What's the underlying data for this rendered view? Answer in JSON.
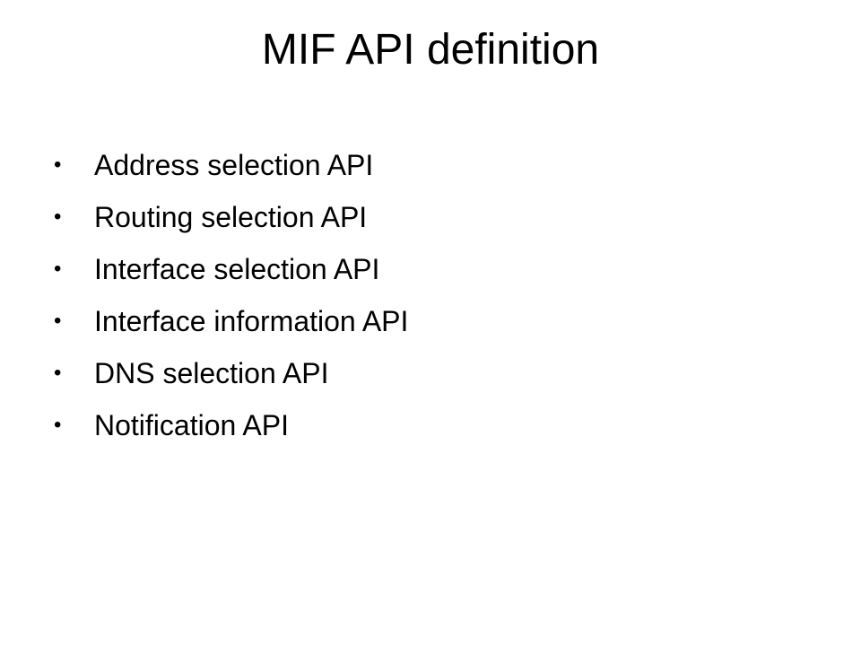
{
  "slide": {
    "title": "MIF API definition",
    "bullet_symbol": "•",
    "bullets": [
      "Address selection API",
      "Routing selection API",
      "Interface selection API",
      "Interface information API",
      "DNS selection API",
      "Notification API"
    ]
  }
}
